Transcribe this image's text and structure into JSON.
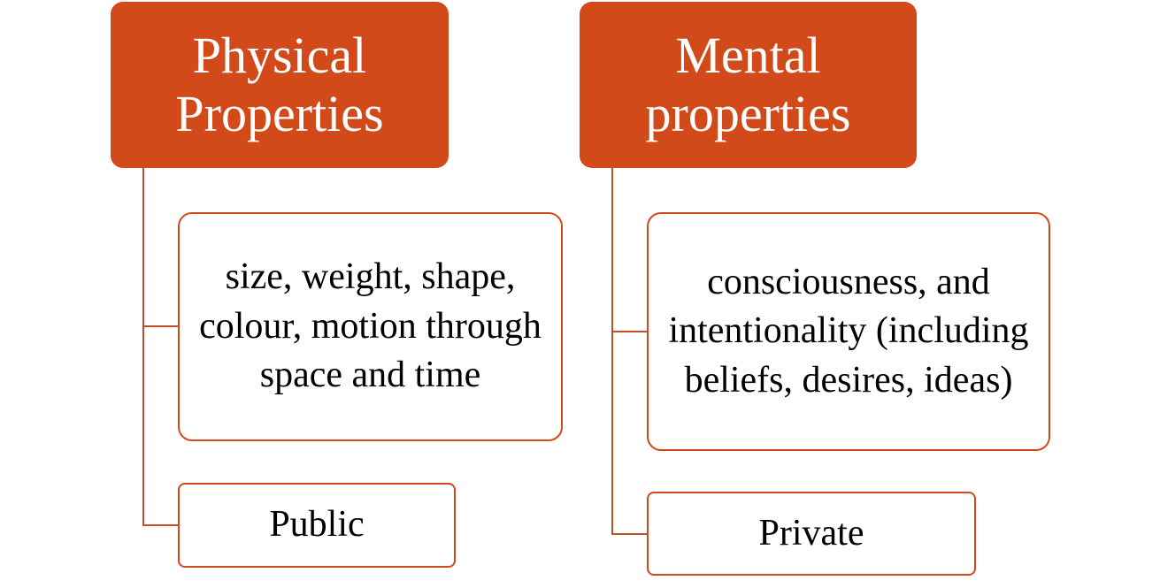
{
  "colors": {
    "header_fill": "#d24a1a",
    "header_text": "#ffffff",
    "border": "#d24a1a",
    "connector": "#c0502a",
    "child_text": "#000000"
  },
  "columns": [
    {
      "header": "Physical Properties",
      "details": "size, weight, shape, colour, motion through space and time",
      "access": "Public"
    },
    {
      "header": "Mental properties",
      "details": "consciousness, and intentionality (including beliefs, desires, ideas)",
      "access": "Private"
    }
  ]
}
